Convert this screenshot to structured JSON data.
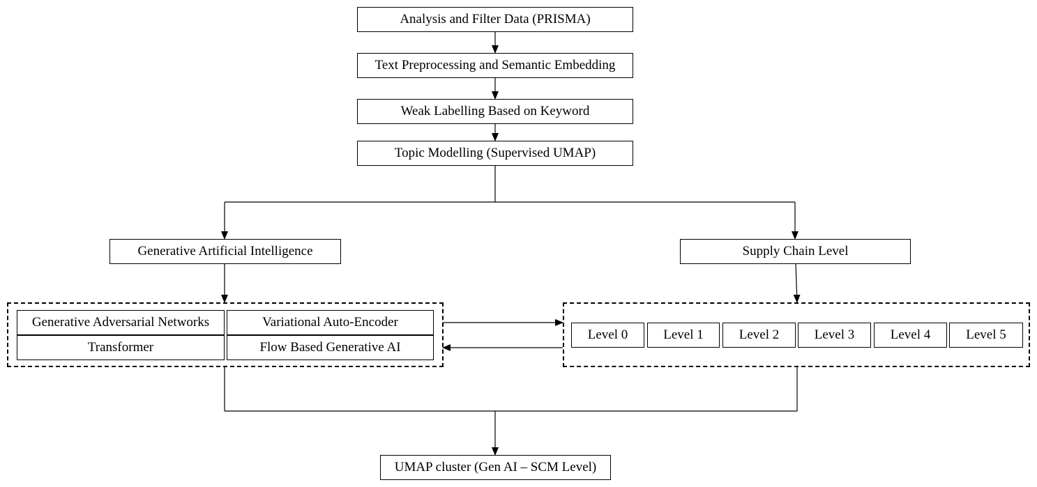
{
  "pipeline": {
    "step1": "Analysis and Filter Data (PRISMA)",
    "step2": "Text Preprocessing and Semantic Embedding",
    "step3": "Weak Labelling Based on Keyword",
    "step4": "Topic Modelling (Supervised UMAP)"
  },
  "genai": {
    "title": "Generative Artificial Intelligence",
    "models": [
      "Generative Adversarial Networks",
      "Variational Auto-Encoder",
      "Transformer",
      "Flow Based Generative AI"
    ]
  },
  "scm": {
    "title": "Supply Chain Level",
    "levels": [
      "Level 0",
      "Level 1",
      "Level 2",
      "Level 3",
      "Level 4",
      "Level 5"
    ]
  },
  "result": {
    "label": "UMAP cluster (Gen AI – SCM Level)"
  }
}
